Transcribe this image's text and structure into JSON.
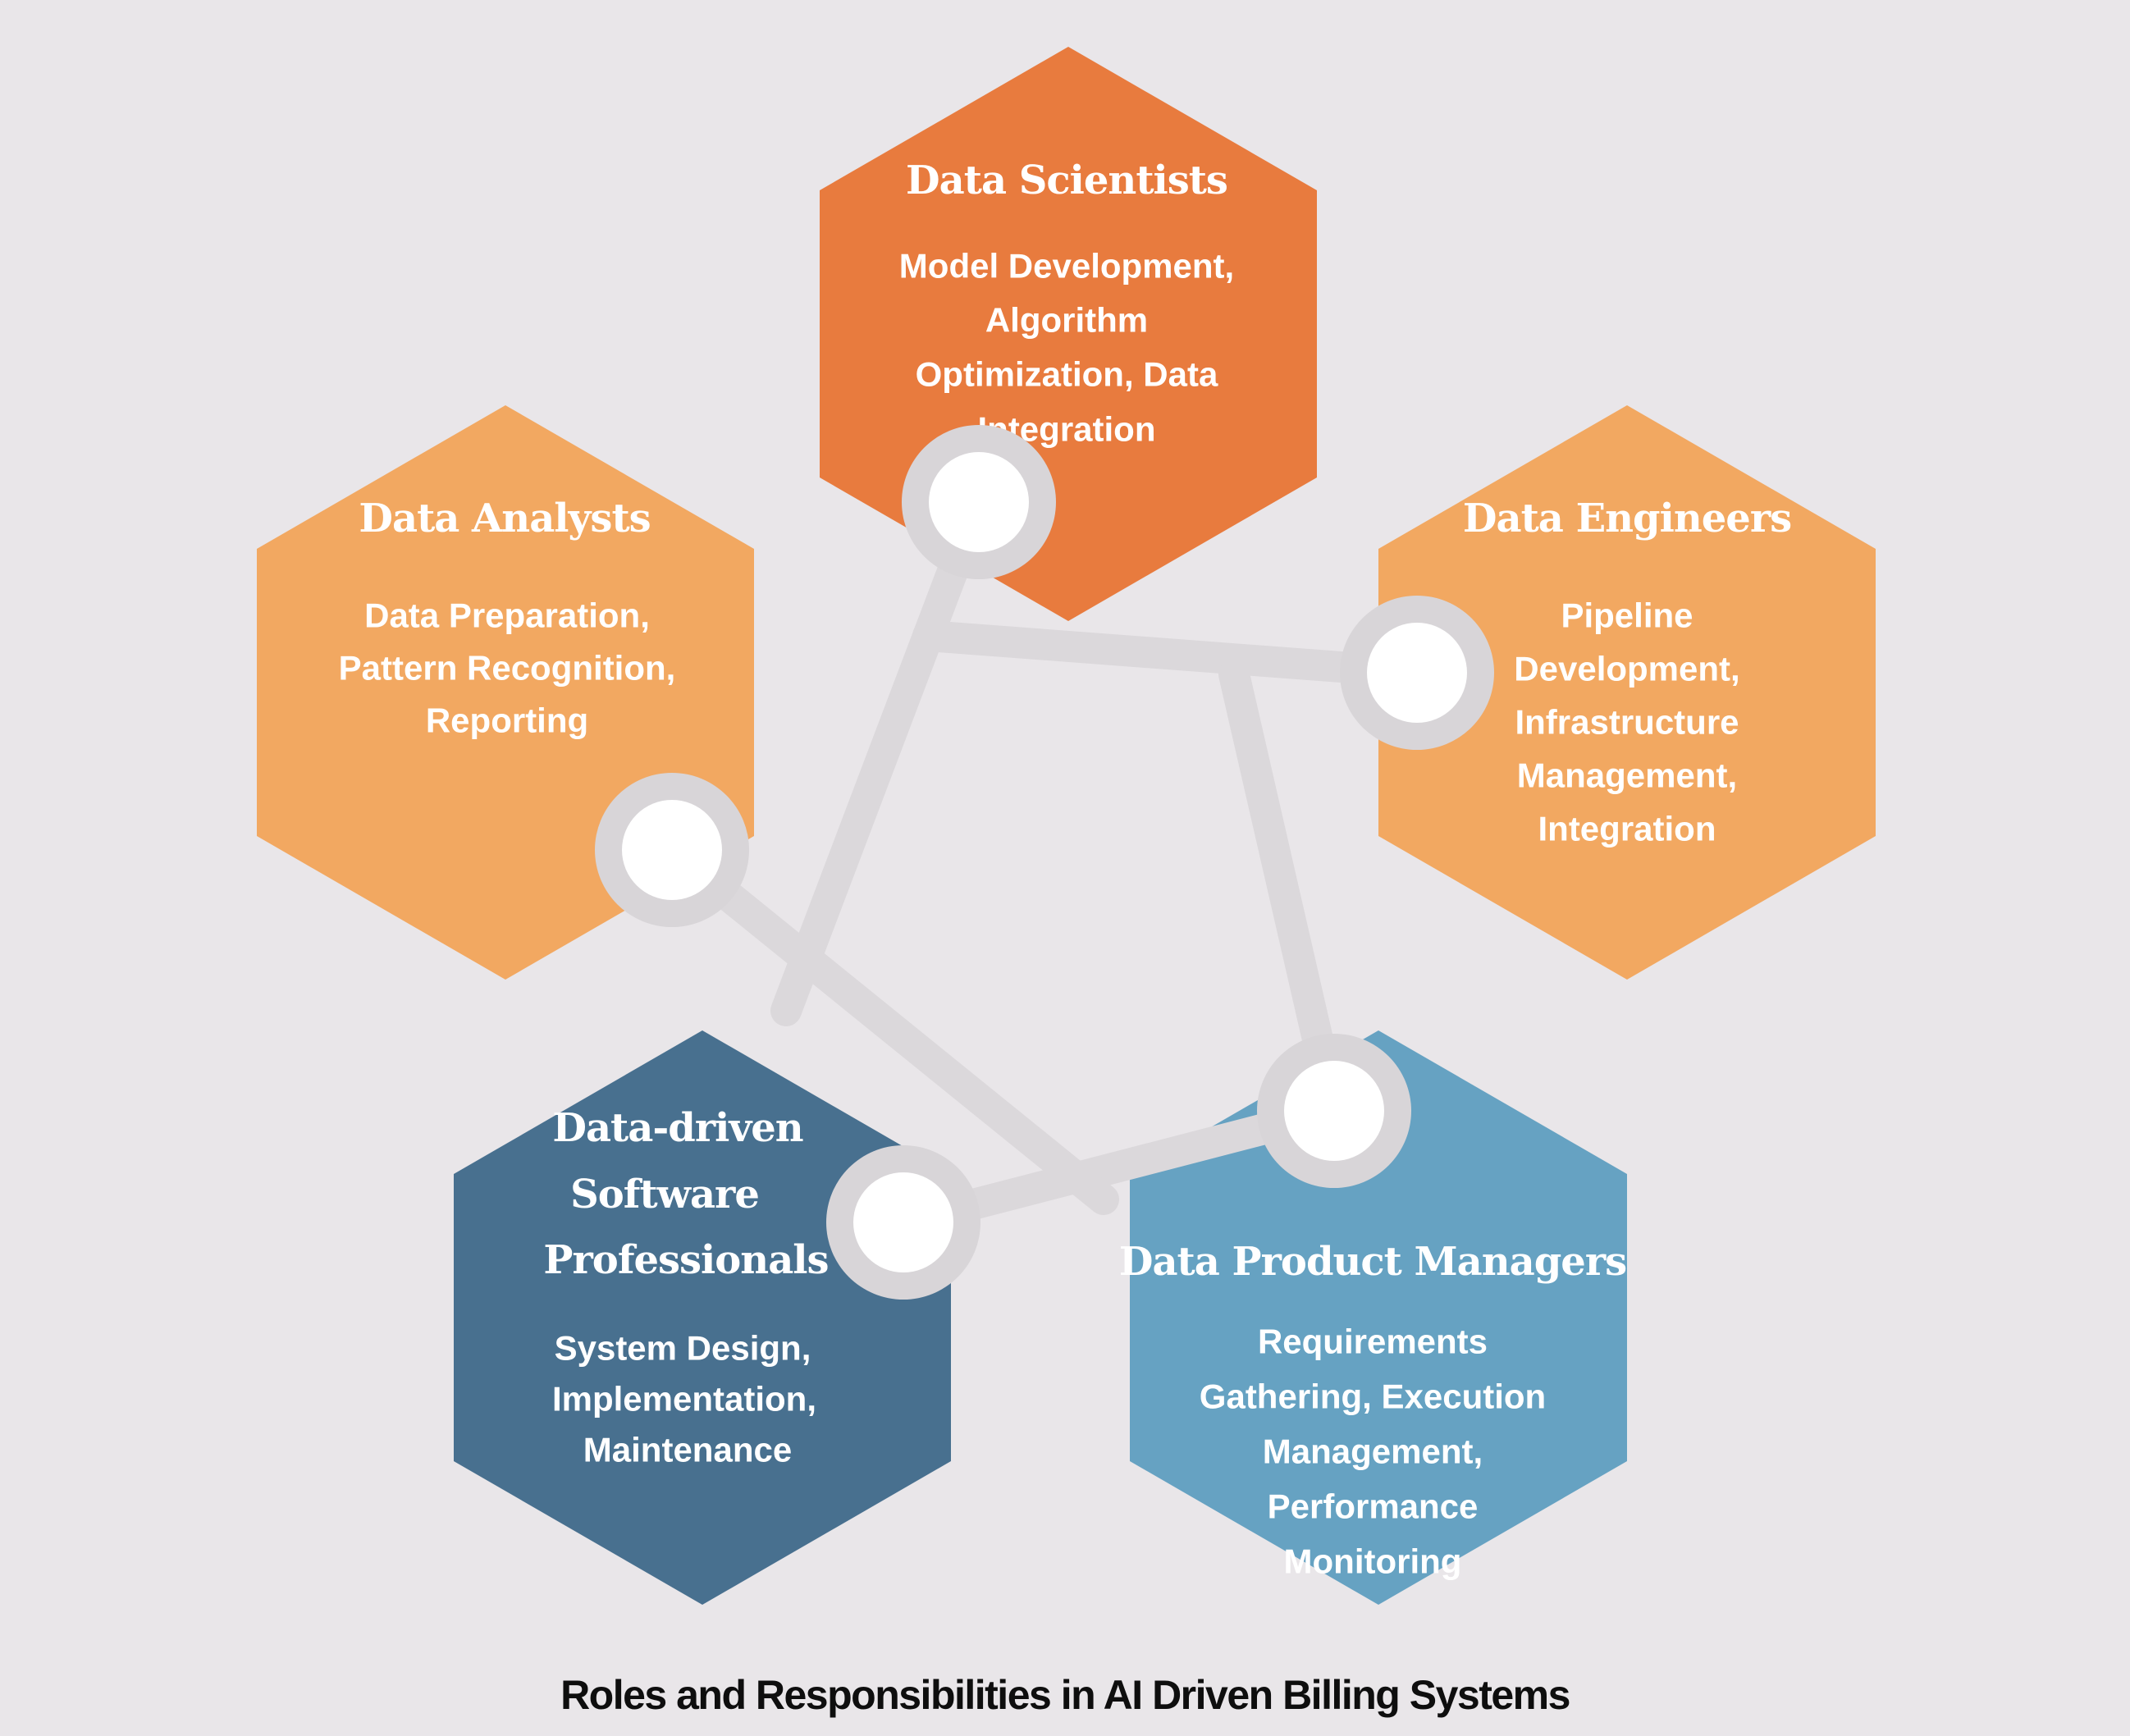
{
  "title": "Roles and Responsibilities in AI Driven Billing Systems",
  "colors": {
    "background": "#E9E6E9",
    "connector": "#DBD8DB",
    "node_ring": "#D8D5D8",
    "node_center": "#FFFFFF",
    "text_on_hex": "#FFFFFF",
    "caption": "#0E0E0E"
  },
  "hexagons": [
    {
      "id": "data-scientists",
      "role": "Data Scientists",
      "color": "#E87B3E",
      "title_lines": [
        "Data Scientists"
      ],
      "body_lines": [
        "Model Development,",
        "Algorithm",
        "Optimization, Data",
        "Integration"
      ],
      "responsibilities": "Model Development, Algorithm Optimization, Data Integration"
    },
    {
      "id": "data-analysts",
      "role": "Data Analysts",
      "color": "#F2A861",
      "title_lines": [
        "Data Analysts"
      ],
      "body_lines": [
        "Data Preparation,",
        "Pattern Recognition,",
        "Reporting"
      ],
      "responsibilities": "Data Preparation, Pattern Recognition, Reporting"
    },
    {
      "id": "data-engineers",
      "role": "Data Engineers",
      "color": "#F2A861",
      "title_lines": [
        "Data Engineers"
      ],
      "body_lines": [
        "Pipeline",
        "Development,",
        "Infrastructure",
        "Management,",
        "Integration"
      ],
      "responsibilities": "Pipeline Development, Infrastructure Management, Integration"
    },
    {
      "id": "data-driven-software-professionals",
      "role": "Data-driven Software Professionals",
      "color": "#48708F",
      "title_lines": [
        "Data-driven",
        "Software",
        "Professionals"
      ],
      "body_lines": [
        "System Design,",
        "Implementation,",
        "Maintenance"
      ],
      "responsibilities": "System Design, Implementation, Maintenance"
    },
    {
      "id": "data-product-managers",
      "role": "Data Product Managers",
      "color": "#66A2C2",
      "title_lines": [
        "Data Product Managers"
      ],
      "body_lines": [
        "Requirements",
        "Gathering, Execution",
        "Management,",
        "Performance",
        "Monitoring"
      ],
      "responsibilities": "Requirements Gathering, Execution Management, Performance Monitoring"
    }
  ]
}
